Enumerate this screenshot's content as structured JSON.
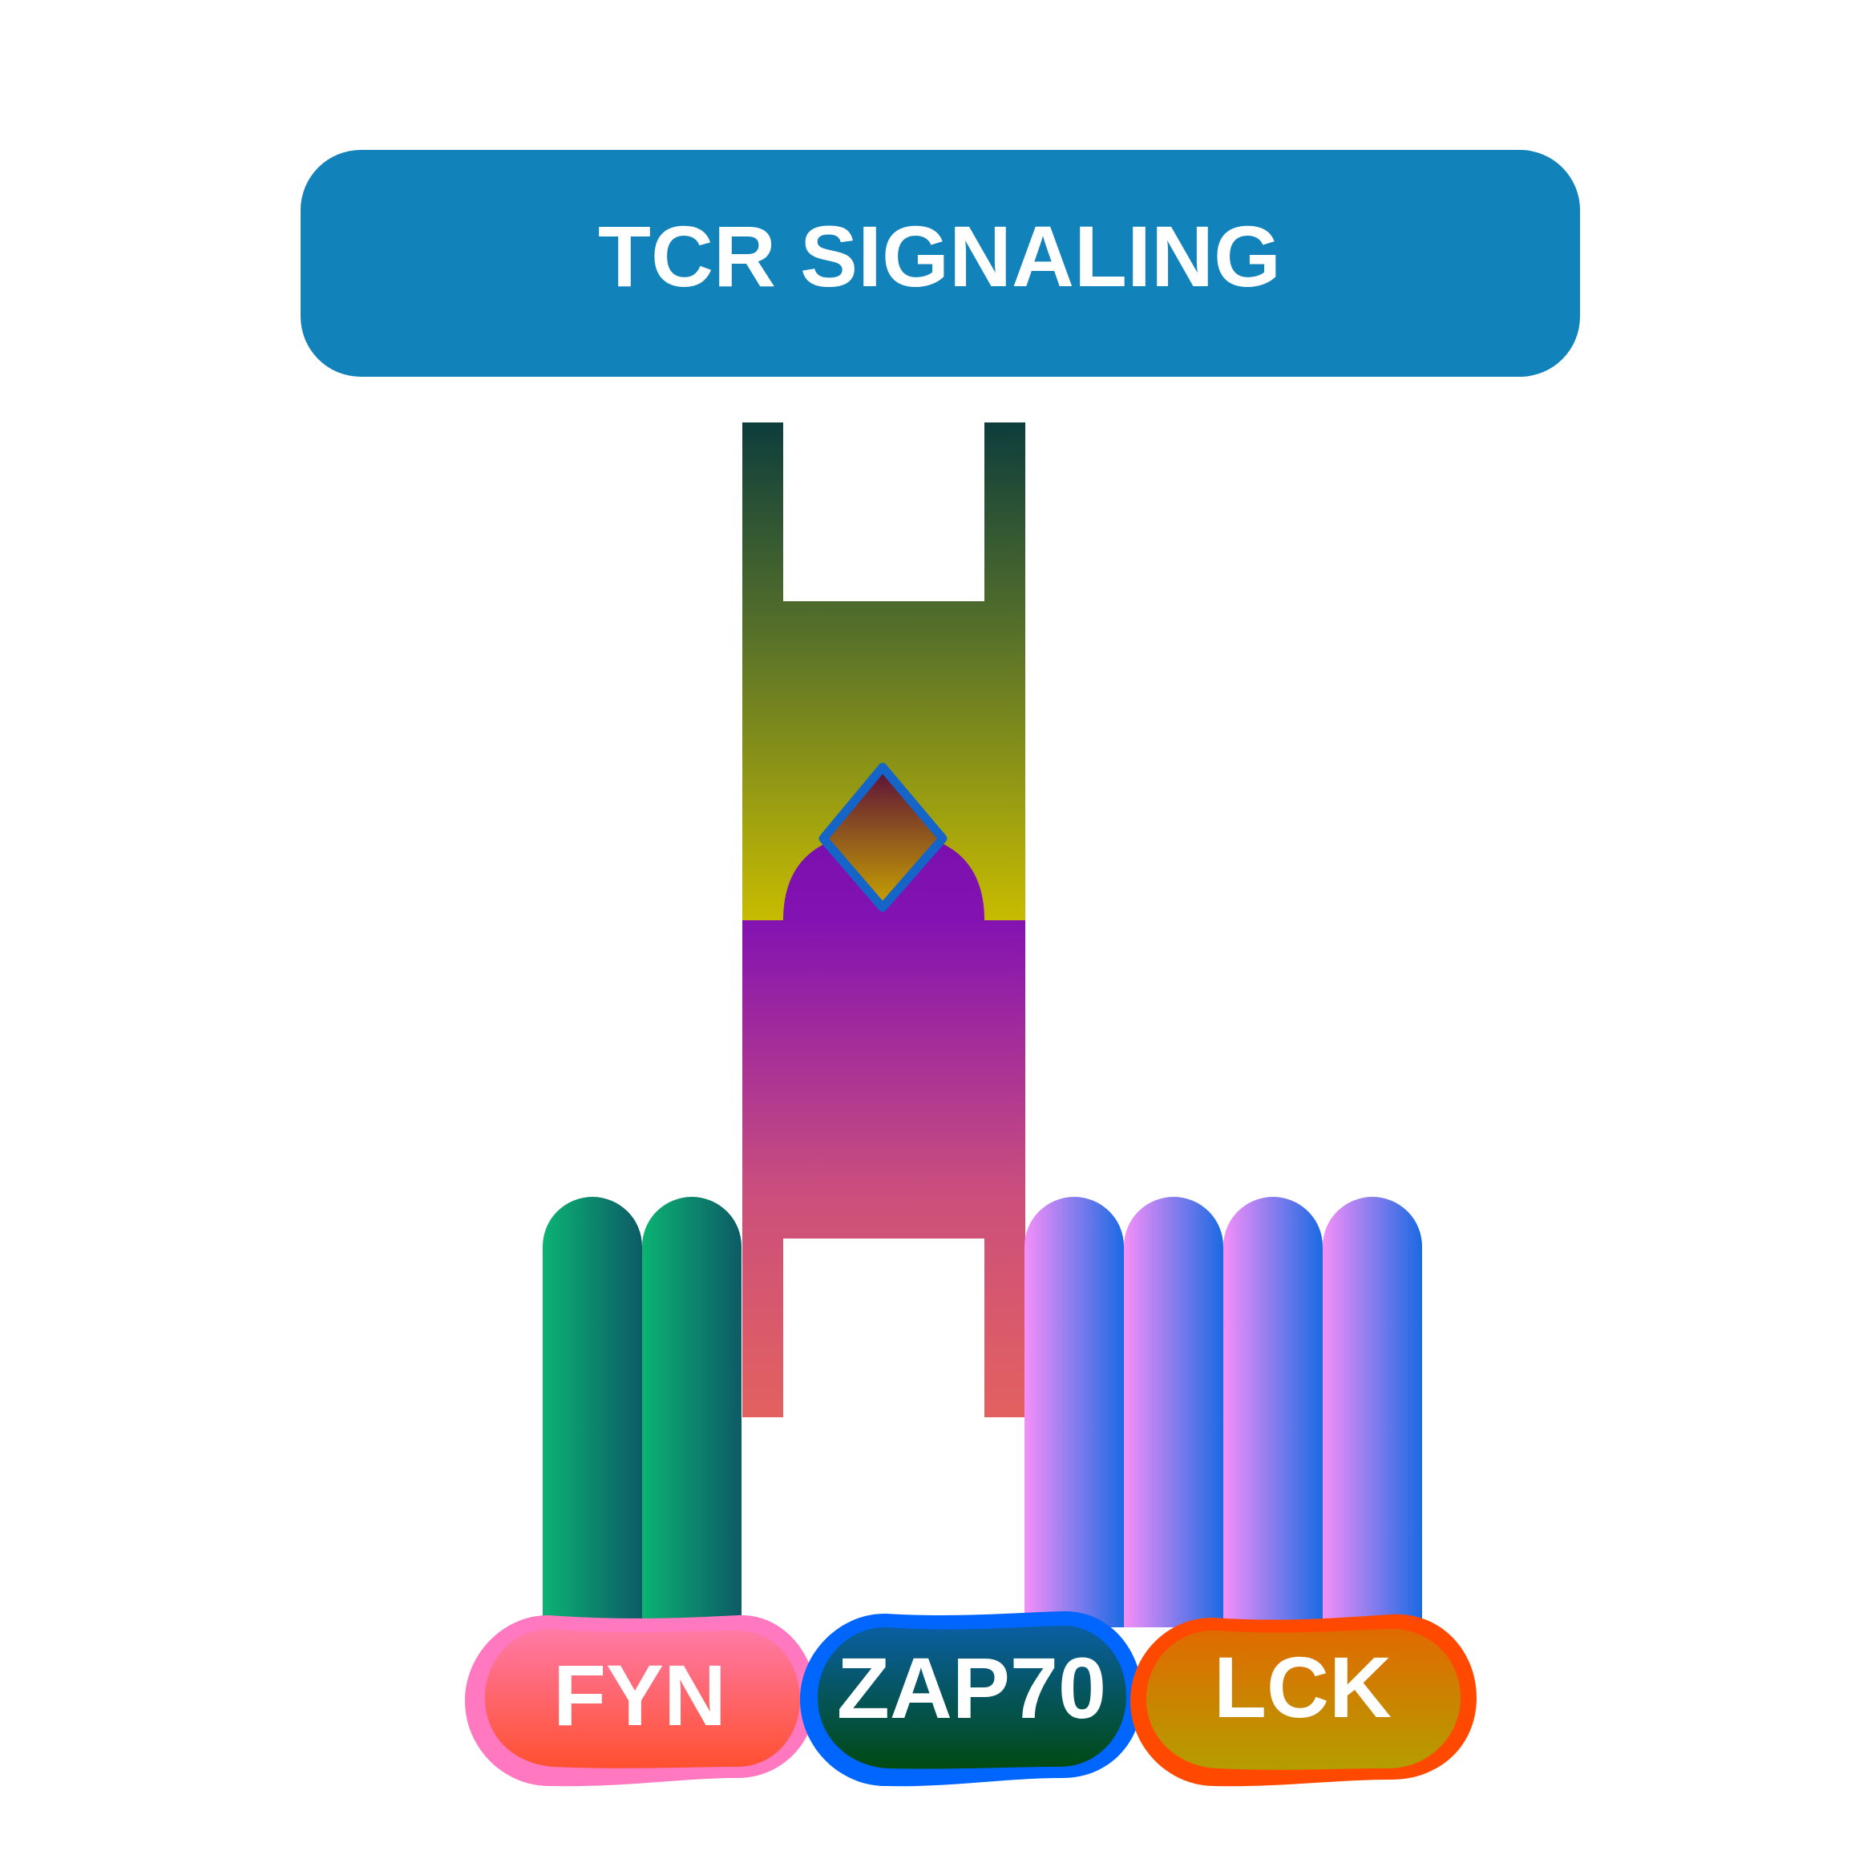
{
  "title": "TCR SIGNALING",
  "kinases": [
    {
      "label": "FYN"
    },
    {
      "label": "ZAP70"
    },
    {
      "label": "LCK"
    }
  ],
  "colors": {
    "banner": "#1282BA",
    "receptor_top": "#0D3D3C",
    "receptor_mid": "#C8BC00",
    "receptor_lower": "#8312B2",
    "receptor_bottom": "#E3615F",
    "diamond_border": "#1565C8",
    "green_rod": "#0BB373",
    "pink_rod": "#EE8EF6",
    "blue_rod": "#1A6AE3",
    "fyn": "#FF5131",
    "zap70": "#0066FF",
    "lck": "#FF4900"
  }
}
